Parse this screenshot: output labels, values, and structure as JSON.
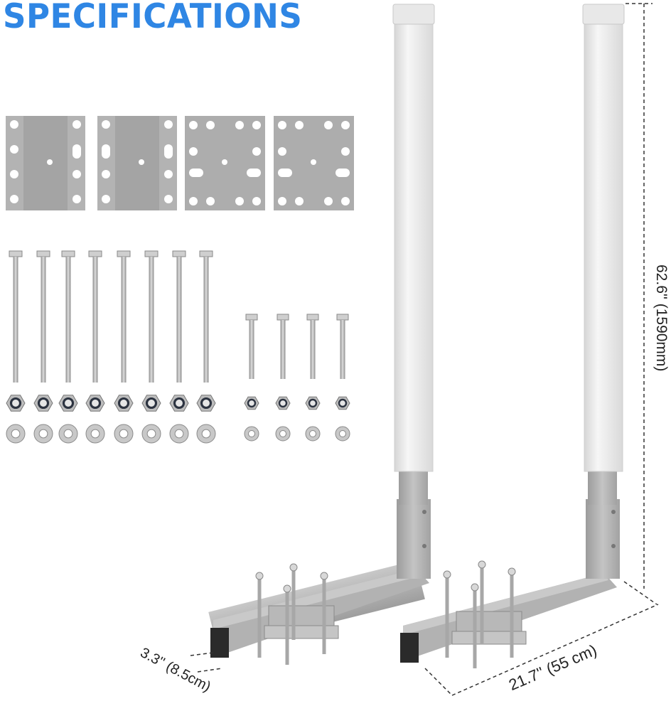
{
  "header": {
    "title": "SPECIFICATIONS"
  },
  "dimensions": {
    "height": "62.6'' (1590mm)",
    "length": "21.7'' (55 cm)",
    "width": "3.3'' (8.5cm)"
  },
  "colors": {
    "title": "#2f86e4",
    "pole": "#ececec",
    "metal": "#b4b4b4",
    "plate": "#a9a9a9"
  }
}
